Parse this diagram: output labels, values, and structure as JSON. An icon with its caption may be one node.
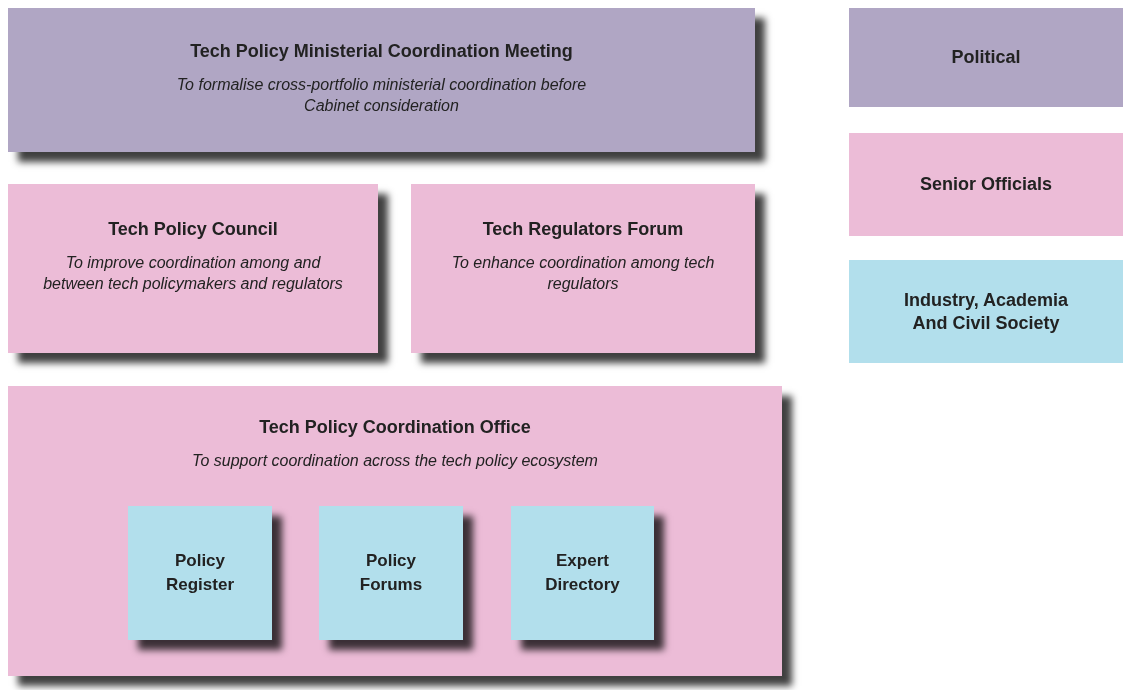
{
  "diagram": {
    "nodes": [
      {
        "text": [
          "Tech Policy Ministerial Coordination Meeting",
          "To formalise cross-portfolio ministerial coordination before Cabinet consideration"
        ]
      },
      {
        "text": [
          "Tech Policy Council",
          "To improve coordination among and between tech policymakers and regulators"
        ]
      },
      {
        "text": [
          "Tech Regulators Forum",
          "To enhance coordination among tech regulators"
        ]
      },
      {
        "text": [
          "Tech Policy Coordination Office",
          "To support coordination across the tech policy ecosystem"
        ]
      },
      {
        "text": [
          "Policy Register"
        ],
        "in": 3
      },
      {
        "text": [
          "Policy Forums"
        ],
        "in": 3
      },
      {
        "text": [
          "Expert Directory"
        ],
        "in": 3
      }
    ],
    "legend": [
      {
        "text": "Political",
        "color": "#b0a6c4"
      },
      {
        "text": "Senior Officials",
        "color": "#ecbcd7"
      },
      {
        "text": "Industry, Academia And Civil Society",
        "color": "#b2dfec"
      }
    ]
  }
}
